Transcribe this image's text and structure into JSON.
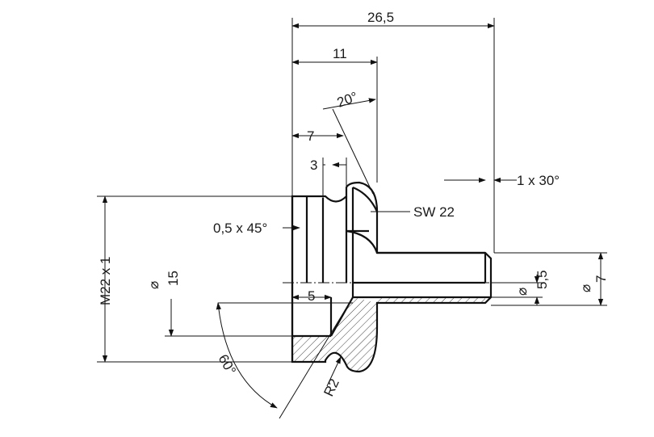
{
  "drawing": {
    "type": "technical-drawing",
    "colors": {
      "line": "#111111",
      "background": "#ffffff"
    },
    "dimensions": {
      "total_length": "26,5",
      "head_length": "11",
      "angle_head": "20°",
      "length_7": "7",
      "groove_width": "3",
      "chamfer_right": "1 x 30°",
      "wrench_size": "SW 22",
      "chamfer_left": "0,5 x 45°",
      "thread": "M22 x 1",
      "diameter_15": "15",
      "length_5": "5",
      "diameter_5_5": "5,5",
      "diameter_7": "7",
      "angle_60": "60°",
      "radius": "R2"
    },
    "symbols": {
      "diameter": "⌀"
    }
  }
}
